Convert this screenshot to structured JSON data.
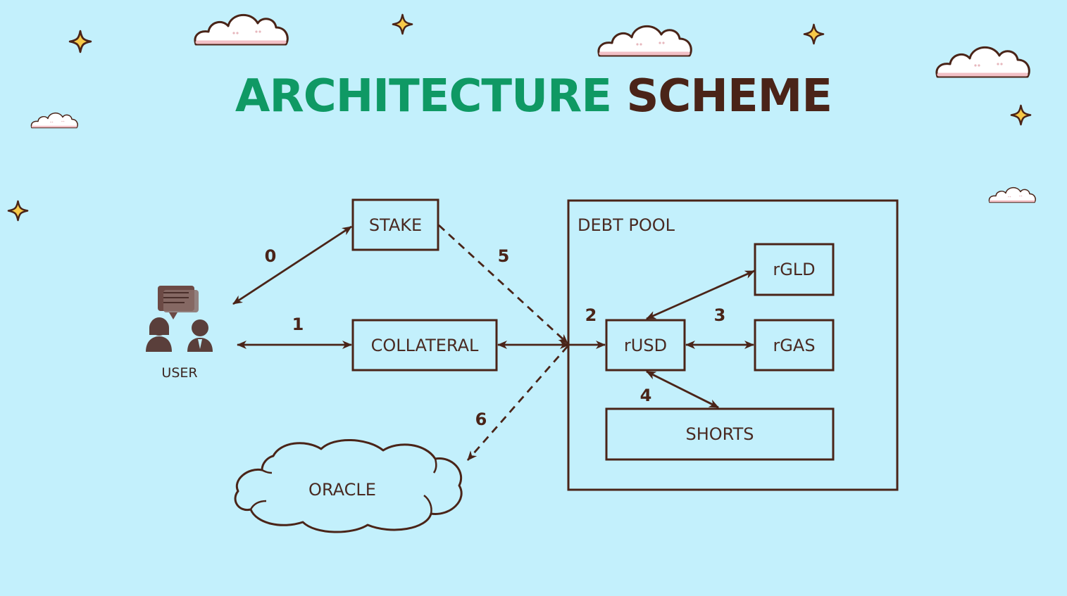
{
  "title": {
    "part1": "ARCHITECTURE",
    "part2": "SCHEME"
  },
  "colors": {
    "background": "#c3f0fc",
    "title_accent": "#0f9964",
    "title_dark": "#4a2418",
    "stroke": "#4a2418",
    "star_fill": "#f7c948"
  },
  "icons": {
    "user": "users-chat-icon",
    "cloud": "cloud-icon",
    "star": "sparkle-star-icon"
  },
  "nodes": {
    "user": "USER",
    "stake": "STAKE",
    "collateral": "COLLATERAL",
    "oracle": "ORACLE",
    "debt_pool": "DEBT POOL",
    "rusd": "rUSD",
    "rgld": "rGLD",
    "rgas": "rGAS",
    "shorts": "SHORTS"
  },
  "edges": [
    {
      "id": "0",
      "from": "user",
      "to": "stake",
      "style": "solid",
      "bidirectional": true
    },
    {
      "id": "1",
      "from": "user",
      "to": "collateral",
      "style": "solid",
      "bidirectional": true
    },
    {
      "id": "2",
      "from": "collateral",
      "to": "rusd",
      "style": "solid",
      "bidirectional": false
    },
    {
      "id": "3",
      "from": "rusd",
      "to": "rgas",
      "style": "solid",
      "bidirectional": true
    },
    {
      "id": "4",
      "from": "rusd",
      "to": "shorts",
      "style": "solid",
      "bidirectional": true
    },
    {
      "id": "5",
      "from": "stake",
      "to": "rusd",
      "style": "dashed",
      "bidirectional": false
    },
    {
      "id": "6",
      "from": "rusd",
      "to": "oracle",
      "style": "dashed",
      "bidirectional": false
    }
  ]
}
